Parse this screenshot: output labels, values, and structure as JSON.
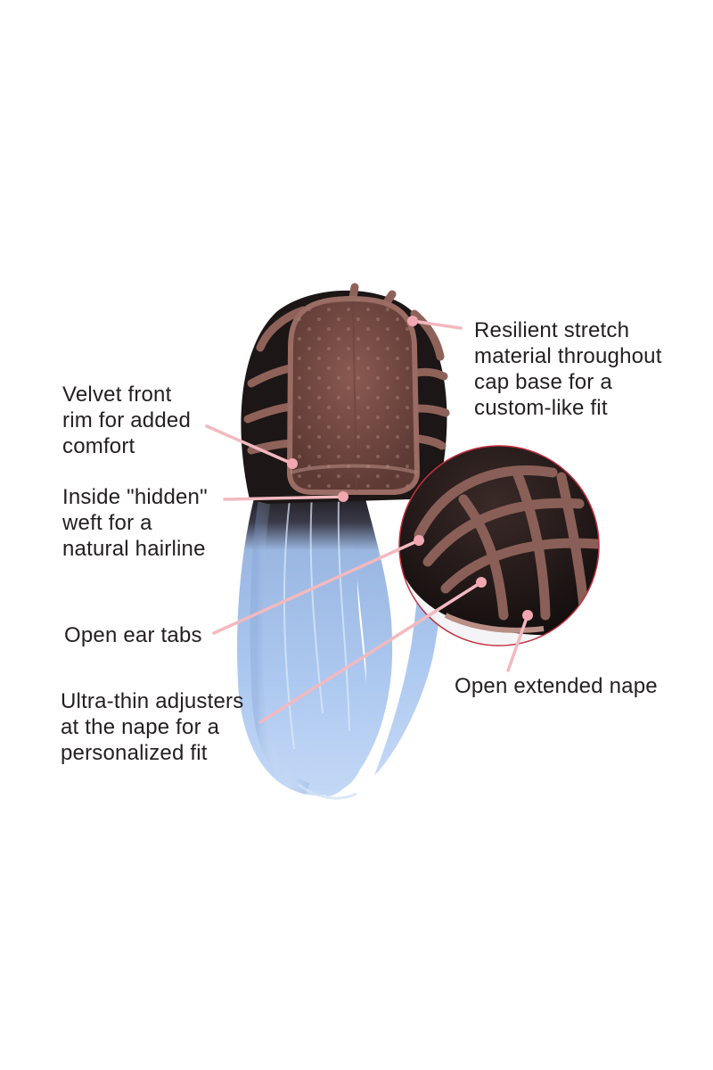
{
  "colors": {
    "callout": "#f3b9bf",
    "callout_dot": "#f0a7b0",
    "inset_ring": "#c2313f",
    "hair_blue": "#a9c5ee",
    "hair_root": "#1a1414",
    "cap_mesh": "#7a5048",
    "cap_band": "#8d6058",
    "text": "#231f20"
  },
  "callouts": {
    "rim": "Velvet front\nrim for added\ncomfort",
    "weft": "Inside \"hidden\"\nweft for a\nnatural hairline",
    "ear_tabs": "Open ear tabs",
    "adjusters": "Ultra-thin adjusters\nat the nape for a\npersonalized fit",
    "stretch": "Resilient stretch\nmaterial throughout\ncap base for a\ncustom-like fit",
    "nape": "Open extended nape"
  },
  "icons": {
    "product": "wig-cap-illustration",
    "inset": "magnified-nape-inset"
  }
}
